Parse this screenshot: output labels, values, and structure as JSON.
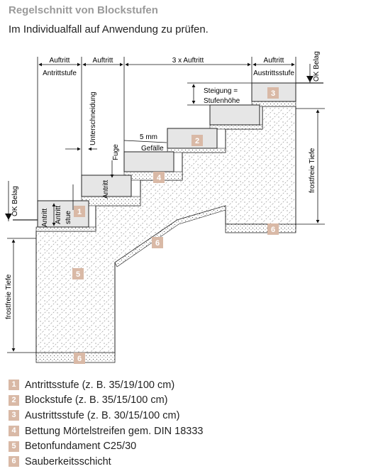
{
  "title": "Regelschnitt von Blockstufen",
  "subtitle": "Im Individualfall auf Anwendung zu prüfen.",
  "labels": {
    "auftritt": "Auftritt",
    "antrittstufe": "Antrittstufe",
    "auftritt_3x": "3 x Auftritt",
    "austrittsstufe": "Austrittsstufe",
    "ok_belag": "OK Belag",
    "steigung": "Steigung =",
    "stufenhoehe": "Stufenhöhe",
    "mm": "5 mm",
    "gefaelle": "Gefälle",
    "unterschneidung": "Unterschneidung",
    "fuge": "Fuge",
    "antritt": "Antritt",
    "stue": "stue",
    "frostfreie_tiefe": "frostfreie Tiefe"
  },
  "legend": [
    {
      "num": "1",
      "text": "Antrittsstufe (z. B. 35/19/100 cm)"
    },
    {
      "num": "2",
      "text": "Blockstufe (z. B. 35/15/100 cm)"
    },
    {
      "num": "3",
      "text": "Austrittsstufe (z. B. 30/15/100 cm)"
    },
    {
      "num": "4",
      "text": "Bettung Mörtelstreifen gem. DIN 18333"
    },
    {
      "num": "5",
      "text": "Betonfundament C25/30"
    },
    {
      "num": "6",
      "text": "Sauberkeitsschicht"
    }
  ],
  "colors": {
    "badge": "#d9b9a6",
    "block": "#e6e6e6"
  }
}
